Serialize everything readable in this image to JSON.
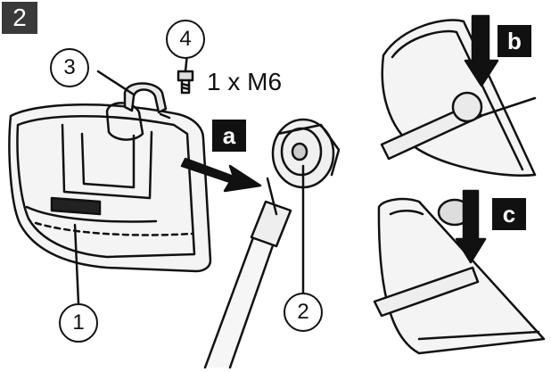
{
  "step_number": "2",
  "screw_spec": "1 x M6",
  "callouts": [
    "1",
    "2",
    "3",
    "4"
  ],
  "letters": [
    "a",
    "b",
    "c"
  ],
  "colors": {
    "ink": "#111111",
    "badge": "#3a3a3a",
    "paper": "#ffffff"
  }
}
